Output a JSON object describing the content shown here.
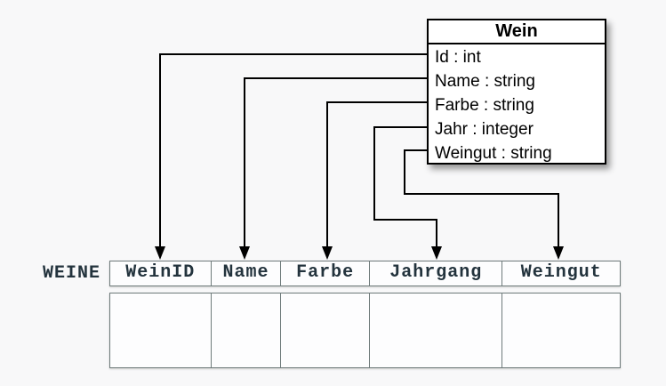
{
  "diagram": {
    "class_box": {
      "title": "Wein",
      "attributes": [
        "Id : int",
        "Name : string",
        "Farbe : string",
        "Jahr : integer",
        "Weingut : string"
      ]
    },
    "table": {
      "name": "WEINE",
      "columns": [
        "WeinID",
        "Name",
        "Farbe",
        "Jahrgang",
        "Weingut"
      ]
    },
    "mappings": [
      {
        "from": "Id",
        "to": "WeinID"
      },
      {
        "from": "Name",
        "to": "Name"
      },
      {
        "from": "Farbe",
        "to": "Farbe"
      },
      {
        "from": "Jahr",
        "to": "Jahrgang"
      },
      {
        "from": "Weingut",
        "to": "Weingut"
      }
    ],
    "colors": {
      "background": "#f8f8f9",
      "box_border": "#000000",
      "box_background": "#ffffff",
      "connector": "#000000",
      "table_border": "#6f7b7b",
      "table_text": "#23333d"
    }
  }
}
